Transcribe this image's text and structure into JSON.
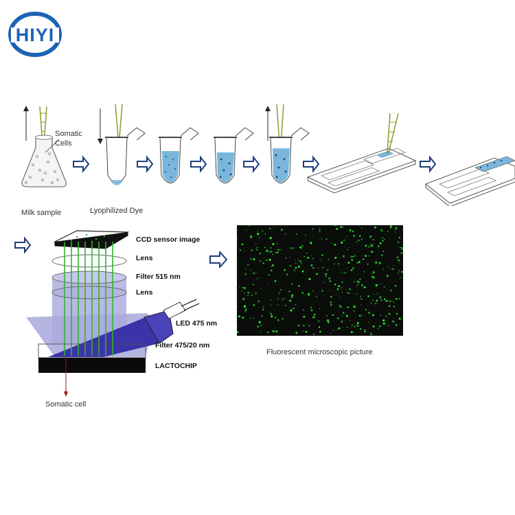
{
  "brand": {
    "logo_text": "HIYI",
    "logo_color": "#1b63b5"
  },
  "steps": {
    "milk_sample": "Milk sample",
    "somatic_cells": "Somatic\nCells",
    "lyophilized_dye": "Lyophilized Dye"
  },
  "optics": {
    "ccd": "CCD sensor image",
    "lens_top": "Lens",
    "filter515": "Filter 515 nm",
    "lens_bottom": "Lens",
    "led": "LED 475 nm",
    "filter475": "Filter 475/20 nm",
    "lactochip": "LACTOCHIP",
    "somatic_cell": "Somatic cell"
  },
  "picture": {
    "caption": "Fluorescent microscopic picture"
  },
  "colors": {
    "arrow_fill": "#ffffff",
    "arrow_stroke": "#1e3d7a",
    "dye_blue": "#7ab6dc",
    "led_purple": "#3b33a8",
    "beam_green": "#2fb52f",
    "chip_black": "#0a0a0a"
  }
}
